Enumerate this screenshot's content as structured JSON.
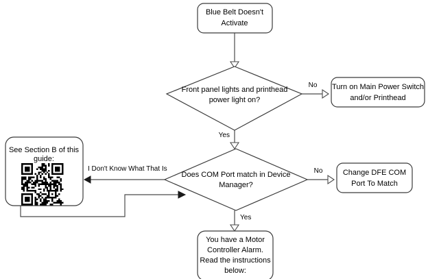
{
  "diagram": {
    "title": "Blue Belt Doesn't Activate troubleshooting flowchart",
    "colors": {
      "background": "#ffffff",
      "shape_stroke": "#3b3b3b",
      "connector_stroke": "#4a4a4a",
      "text": "#000000",
      "qr_module": "#000000"
    }
  },
  "nodes": {
    "start": {
      "type": "rounded-rect",
      "lines": [
        "Blue Belt Doesn't",
        "Activate"
      ]
    },
    "decision_front_panel": {
      "type": "diamond",
      "lines": [
        "Front panel lights and printhead",
        "power light on?"
      ]
    },
    "action_power_switch": {
      "type": "rounded-rect",
      "lines": [
        "Turn on Main Power Switch",
        "and/or Printhead"
      ]
    },
    "decision_com_port": {
      "type": "diamond",
      "lines": [
        "Does COM Port match in Device",
        "Manager?"
      ]
    },
    "action_change_com": {
      "type": "rounded-rect",
      "lines": [
        "Change DFE COM",
        "Port To Match"
      ]
    },
    "reference_section_b": {
      "type": "rounded-rect-qr",
      "lines": [
        "See Section B of this",
        "guide:"
      ],
      "qr_icon_name": "qr-code"
    },
    "result_motor_alarm": {
      "type": "rounded-rect",
      "lines": [
        "You have a Motor",
        "Controller Alarm.",
        "Read the instructions",
        "below:"
      ]
    }
  },
  "edges": {
    "start_to_front_panel": {
      "label": ""
    },
    "front_panel_no": {
      "label": "No"
    },
    "front_panel_yes": {
      "label": "Yes"
    },
    "com_port_no": {
      "label": "No"
    },
    "com_port_unknown": {
      "label": "I Don't Know What That Is"
    },
    "com_port_yes": {
      "label": "Yes"
    },
    "section_b_loopback": {
      "label": ""
    }
  }
}
